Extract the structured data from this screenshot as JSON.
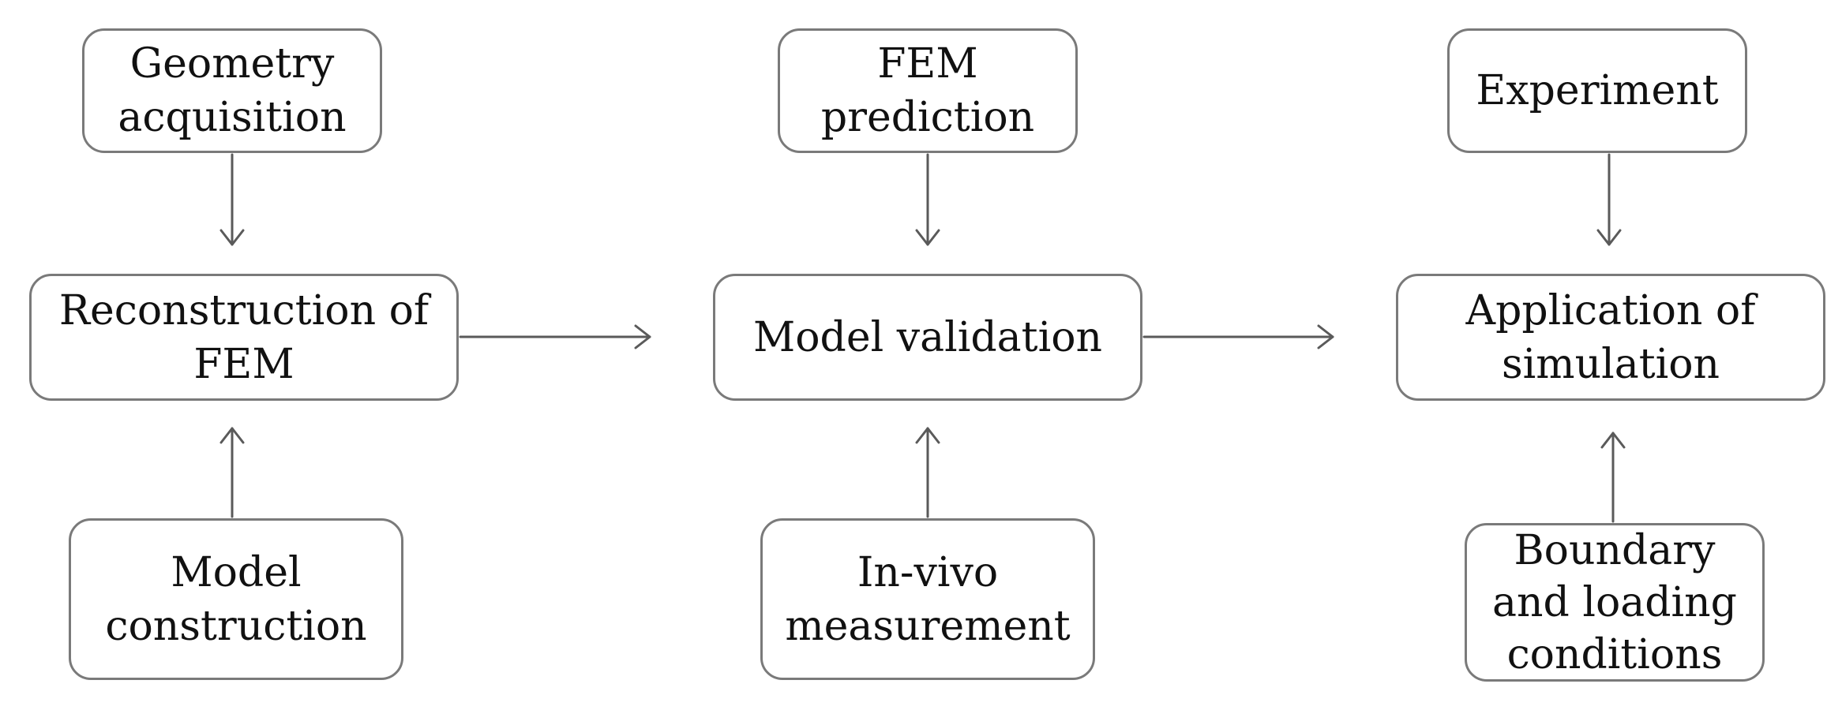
{
  "diagram": {
    "nodes": {
      "geometry_acquisition": "Geometry\nacquisition",
      "reconstruction_of_fem": "Reconstruction of\nFEM",
      "model_construction": "Model\nconstruction",
      "fem_prediction": "FEM\nprediction",
      "model_validation": "Model validation",
      "in_vivo_measurement": "In-vivo\nmeasurement",
      "experiment": "Experiment",
      "application_of_simulation": "Application of\nsimulation",
      "boundary_and_loading_conditions": "Boundary\nand loading\nconditions"
    },
    "edges": [
      {
        "from": "geometry_acquisition",
        "to": "reconstruction_of_fem"
      },
      {
        "from": "model_construction",
        "to": "reconstruction_of_fem"
      },
      {
        "from": "reconstruction_of_fem",
        "to": "model_validation"
      },
      {
        "from": "fem_prediction",
        "to": "model_validation"
      },
      {
        "from": "in_vivo_measurement",
        "to": "model_validation"
      },
      {
        "from": "model_validation",
        "to": "application_of_simulation"
      },
      {
        "from": "experiment",
        "to": "application_of_simulation"
      },
      {
        "from": "boundary_and_loading_conditions",
        "to": "application_of_simulation"
      }
    ],
    "colors": {
      "border": "#7a7a7a",
      "arrow": "#5a5a5a",
      "text": "#111111",
      "background": "#ffffff"
    }
  }
}
